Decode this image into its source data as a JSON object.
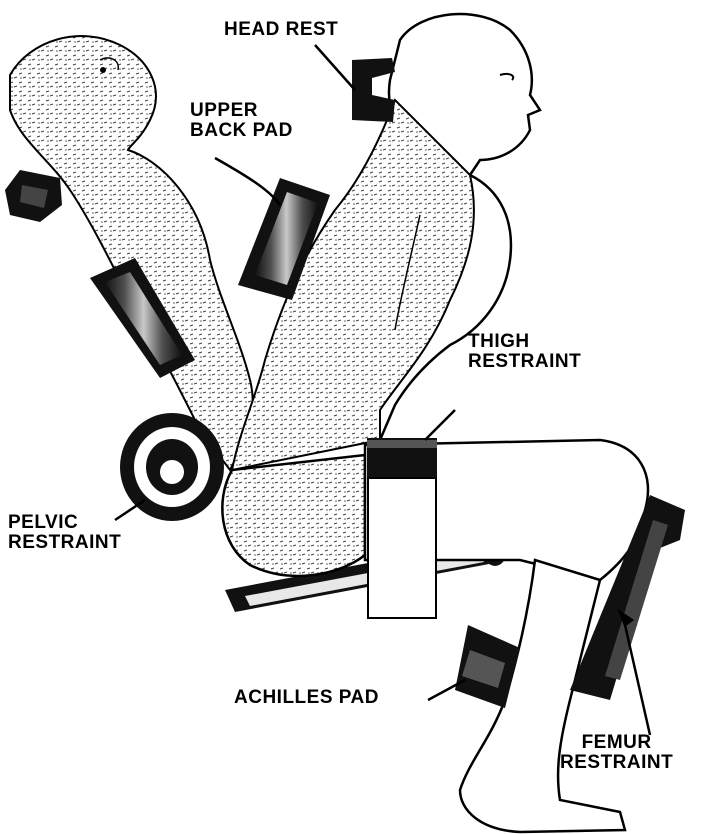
{
  "labels": {
    "head_rest": "HEAD REST",
    "upper_back_pad": [
      "UPPER",
      "BACK PAD"
    ],
    "thigh_restraint": [
      "THIGH",
      "RESTRAINT"
    ],
    "pelvic_restraint": [
      "PELVIC",
      "RESTRAINT"
    ],
    "achilles_pad": "ACHILLES PAD",
    "femur_restraint": [
      "FEMUR",
      "RESTRAINT"
    ]
  }
}
